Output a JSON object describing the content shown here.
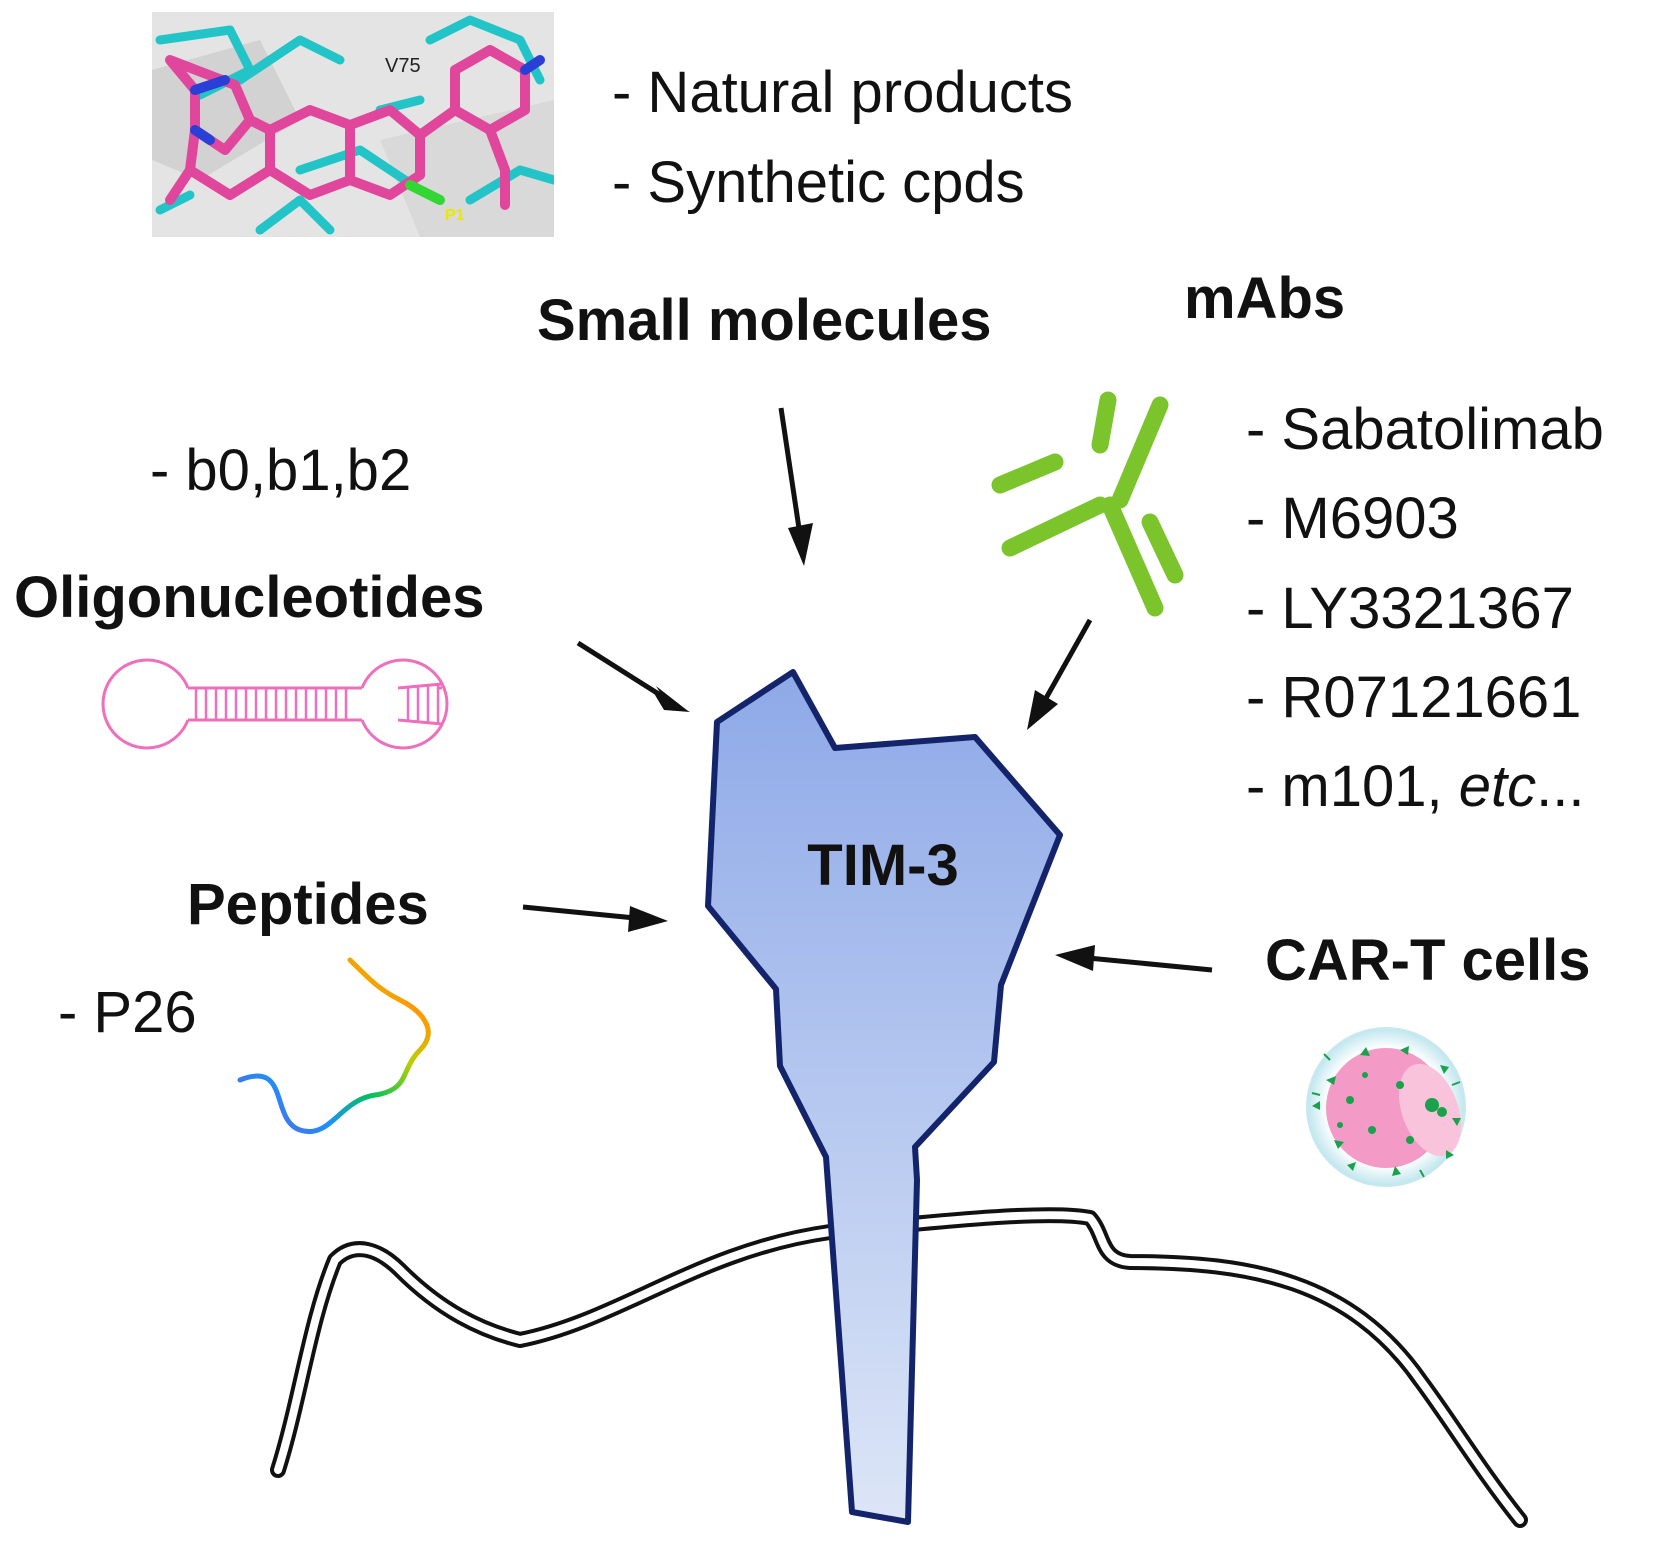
{
  "target": {
    "label": "TIM-3"
  },
  "small_molecules": {
    "label": "Small molecules",
    "structure_labels": {
      "residue": "V75",
      "pocket": "P1"
    },
    "items": [
      "- Natural products",
      "- Synthetic cpds"
    ]
  },
  "mabs": {
    "label": "mAbs",
    "items": [
      "- Sabatolimab",
      "- M6903",
      "- LY3321367",
      "- R07121661"
    ],
    "last_item": {
      "prefix": "- m101, ",
      "italic": "etc",
      "suffix": "..."
    }
  },
  "oligonucleotides": {
    "label": "Oligonucleotides",
    "items": [
      "- b0,b1,b2"
    ]
  },
  "peptides": {
    "label": "Peptides",
    "items": [
      "- P26"
    ]
  },
  "car_t": {
    "label": "CAR-T cells"
  },
  "colors": {
    "receptor_fill_top": "#8ea9e8",
    "receptor_fill_bottom": "#dde6f7",
    "receptor_outline": "#13246b",
    "antibody": "#7bc42c",
    "oligo": "#ee6fbc",
    "molecule_magenta": "#e0469c",
    "molecule_teal": "#23c4c7",
    "cell_pink": "#f39bc6",
    "cell_green": "#19a14b"
  }
}
